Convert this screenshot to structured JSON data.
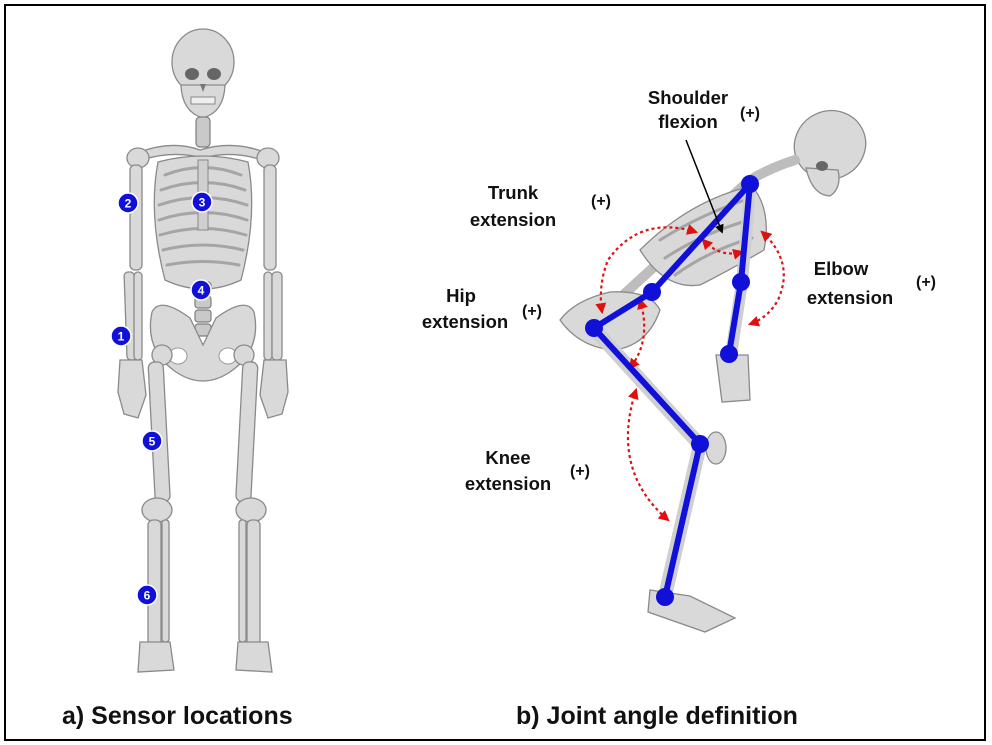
{
  "panels": {
    "a": {
      "caption": "a) Sensor locations"
    },
    "b": {
      "caption": "b) Joint angle definition"
    }
  },
  "sensors": [
    "1",
    "2",
    "3",
    "4",
    "5",
    "6"
  ],
  "annotations": {
    "shoulder": {
      "line1": "Shoulder",
      "line2": "flexion",
      "sign": "(+)"
    },
    "trunk": {
      "line1": "Trunk",
      "line2": "extension",
      "sign": "(+)"
    },
    "elbow": {
      "line1": "Elbow",
      "line2": "extension",
      "sign": "(+)"
    },
    "hip": {
      "line1": "Hip",
      "line2": "extension",
      "sign": "(+)"
    },
    "knee": {
      "line1": "Knee",
      "line2": "extension",
      "sign": "(+)"
    }
  },
  "colors": {
    "sensor_marker": "#1010d8",
    "segment_line": "#1010d8",
    "angle_arrow": "#e01010",
    "bone": "#d9d9d9",
    "border": "#000000"
  }
}
